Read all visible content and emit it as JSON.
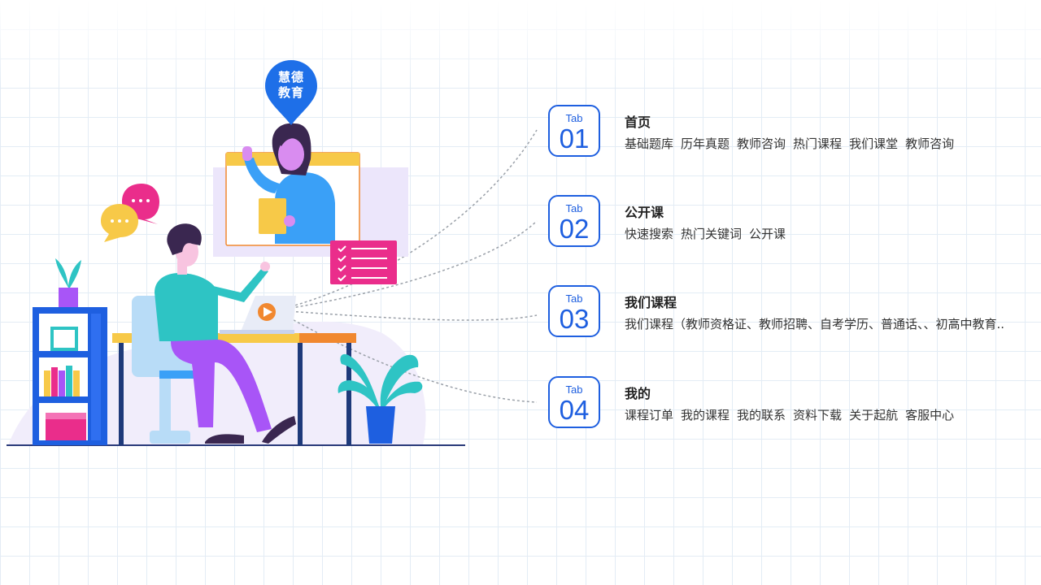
{
  "brand": {
    "line1": "慧德",
    "line2": "教育"
  },
  "tabs": [
    {
      "tab_word": "Tab",
      "number": "01",
      "title": "首页",
      "items": [
        "基础题库",
        "历年真题",
        "教师咨询",
        "热门课程",
        "我们课堂",
        "教师咨询"
      ]
    },
    {
      "tab_word": "Tab",
      "number": "02",
      "title": "公开课",
      "items": [
        "快速搜索",
        "热门关键词",
        "公开课"
      ]
    },
    {
      "tab_word": "Tab",
      "number": "03",
      "title": "我们课程",
      "description": "我们课程（教师资格证、教师招聘、自考学历、普通话、、初高中教育.."
    },
    {
      "tab_word": "Tab",
      "number": "04",
      "title": "我的",
      "items": [
        "课程订单",
        "我的课程",
        "我的联系",
        "资料下载",
        "关于起航",
        "客服中心"
      ]
    }
  ],
  "colors": {
    "accent_blue": "#1e5fe0",
    "pink": "#ea2d8b",
    "yellow": "#f7c948",
    "teal": "#2ec4c4",
    "purple": "#a855f7"
  }
}
